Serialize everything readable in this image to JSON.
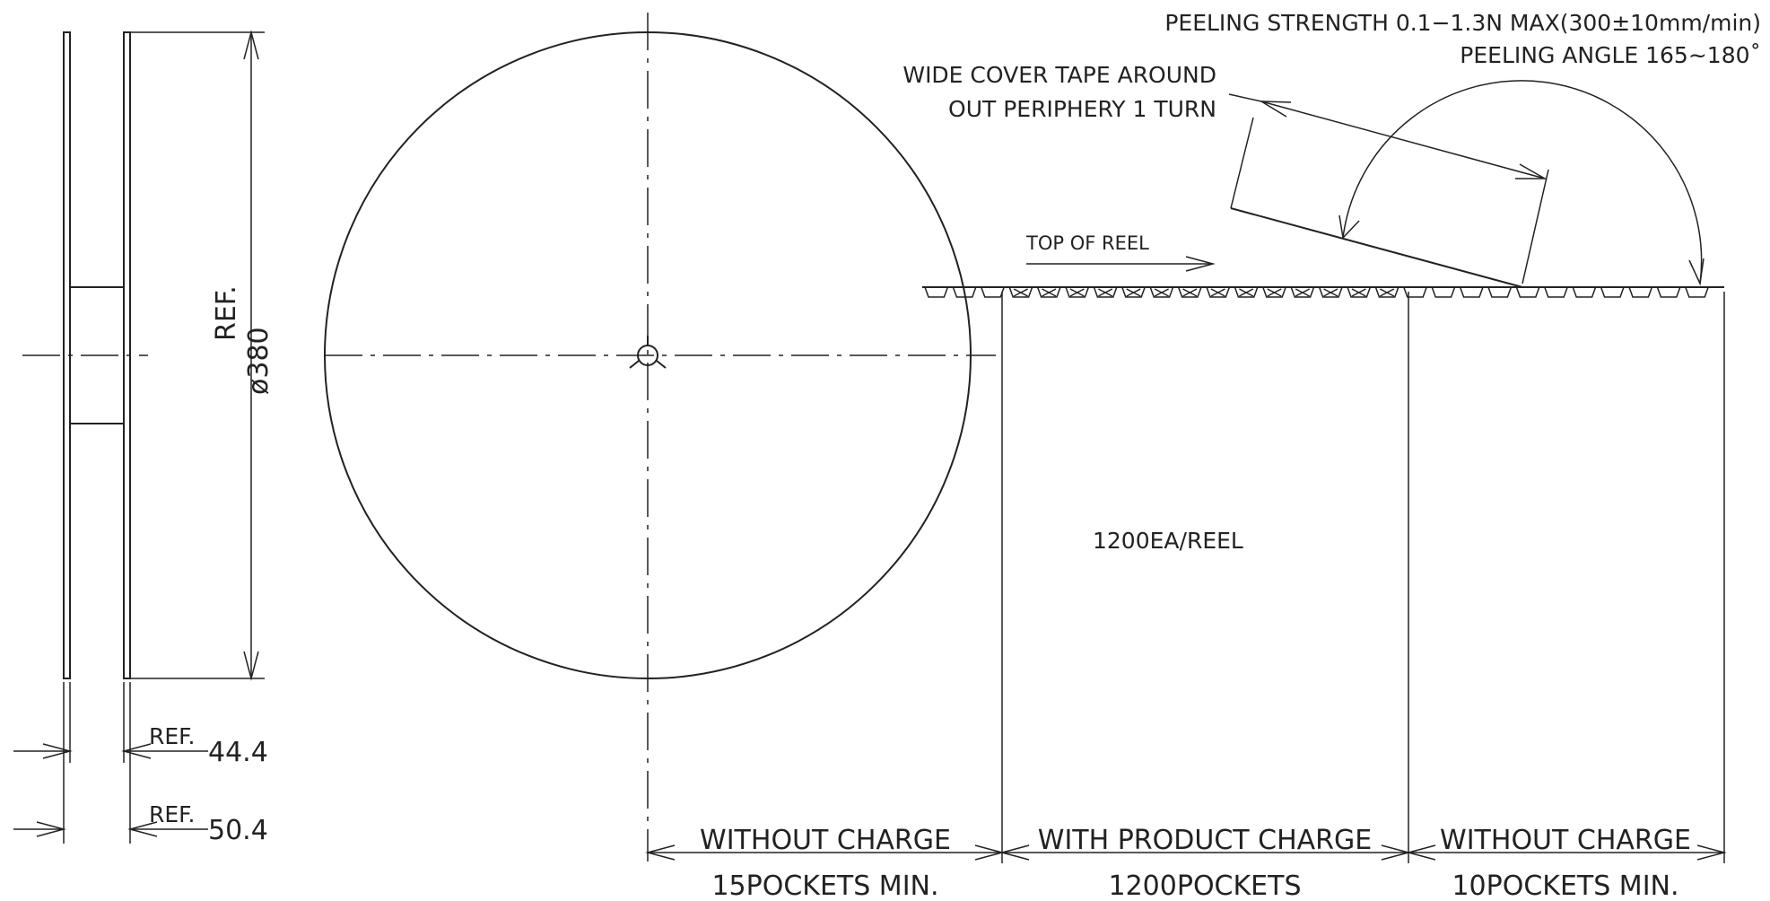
{
  "peel": {
    "strength": "PEELING STRENGTH 0.1−1.3N MAX(300±10mm/min)",
    "angle": "PEELING ANGLE 165~180˚"
  },
  "cover_tape": {
    "line1": "WIDE COVER TAPE AROUND",
    "line2": "OUT PERIPHERY 1 TURN"
  },
  "top_of_reel": "TOP OF REEL",
  "count_label": "1200EA/REEL",
  "diameter": {
    "ref": "REF.",
    "value": "ø380"
  },
  "widths": [
    {
      "ref": "REF.",
      "value": "44.4"
    },
    {
      "ref": "REF.",
      "value": "50.4"
    }
  ],
  "sections": [
    {
      "title": "WITHOUT CHARGE",
      "count": "15POCKETS MIN."
    },
    {
      "title": "WITH PRODUCT CHARGE",
      "count": "1200POCKETS"
    },
    {
      "title": "WITHOUT CHARGE",
      "count": "10POCKETS MIN."
    }
  ]
}
